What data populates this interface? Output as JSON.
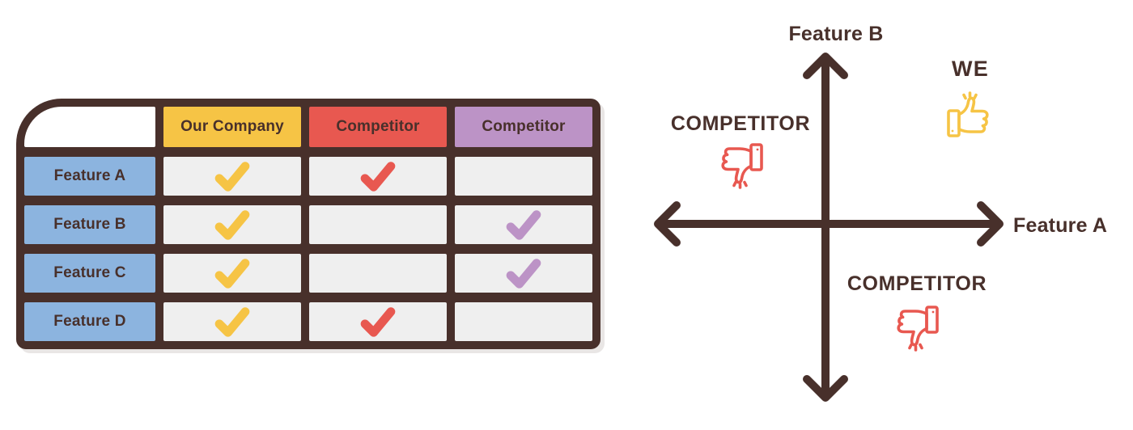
{
  "colors": {
    "brown": "#48302B",
    "yellow": "#F6C445",
    "red": "#E85850",
    "purple": "#BC93C6",
    "blue": "#8CB4DF",
    "cell_gray": "#EFEFEF",
    "white": "#FFFFFF"
  },
  "table": {
    "columns": [
      {
        "label": "Our Company",
        "color": "#F6C445"
      },
      {
        "label": "Competitor",
        "color": "#E85850"
      },
      {
        "label": "Competitor",
        "color": "#BC93C6"
      }
    ],
    "rows": [
      {
        "label": "Feature A",
        "checks": [
          "yellow",
          "red",
          null
        ]
      },
      {
        "label": "Feature B",
        "checks": [
          "yellow",
          null,
          "purple"
        ]
      },
      {
        "label": "Feature C",
        "checks": [
          "yellow",
          null,
          "purple"
        ]
      },
      {
        "label": "Feature D",
        "checks": [
          "yellow",
          "red",
          null
        ]
      }
    ]
  },
  "quadrant": {
    "y_axis_label": "Feature B",
    "x_axis_label": "Feature A",
    "top_left": {
      "label": "COMPETITOR",
      "icon": "thumbs-down-icon",
      "color": "#E85850"
    },
    "top_right": {
      "label": "WE",
      "icon": "thumbs-up-icon",
      "color": "#F6C445"
    },
    "bottom_right": {
      "label": "COMPETITOR",
      "icon": "thumbs-down-icon",
      "color": "#E85850"
    }
  }
}
